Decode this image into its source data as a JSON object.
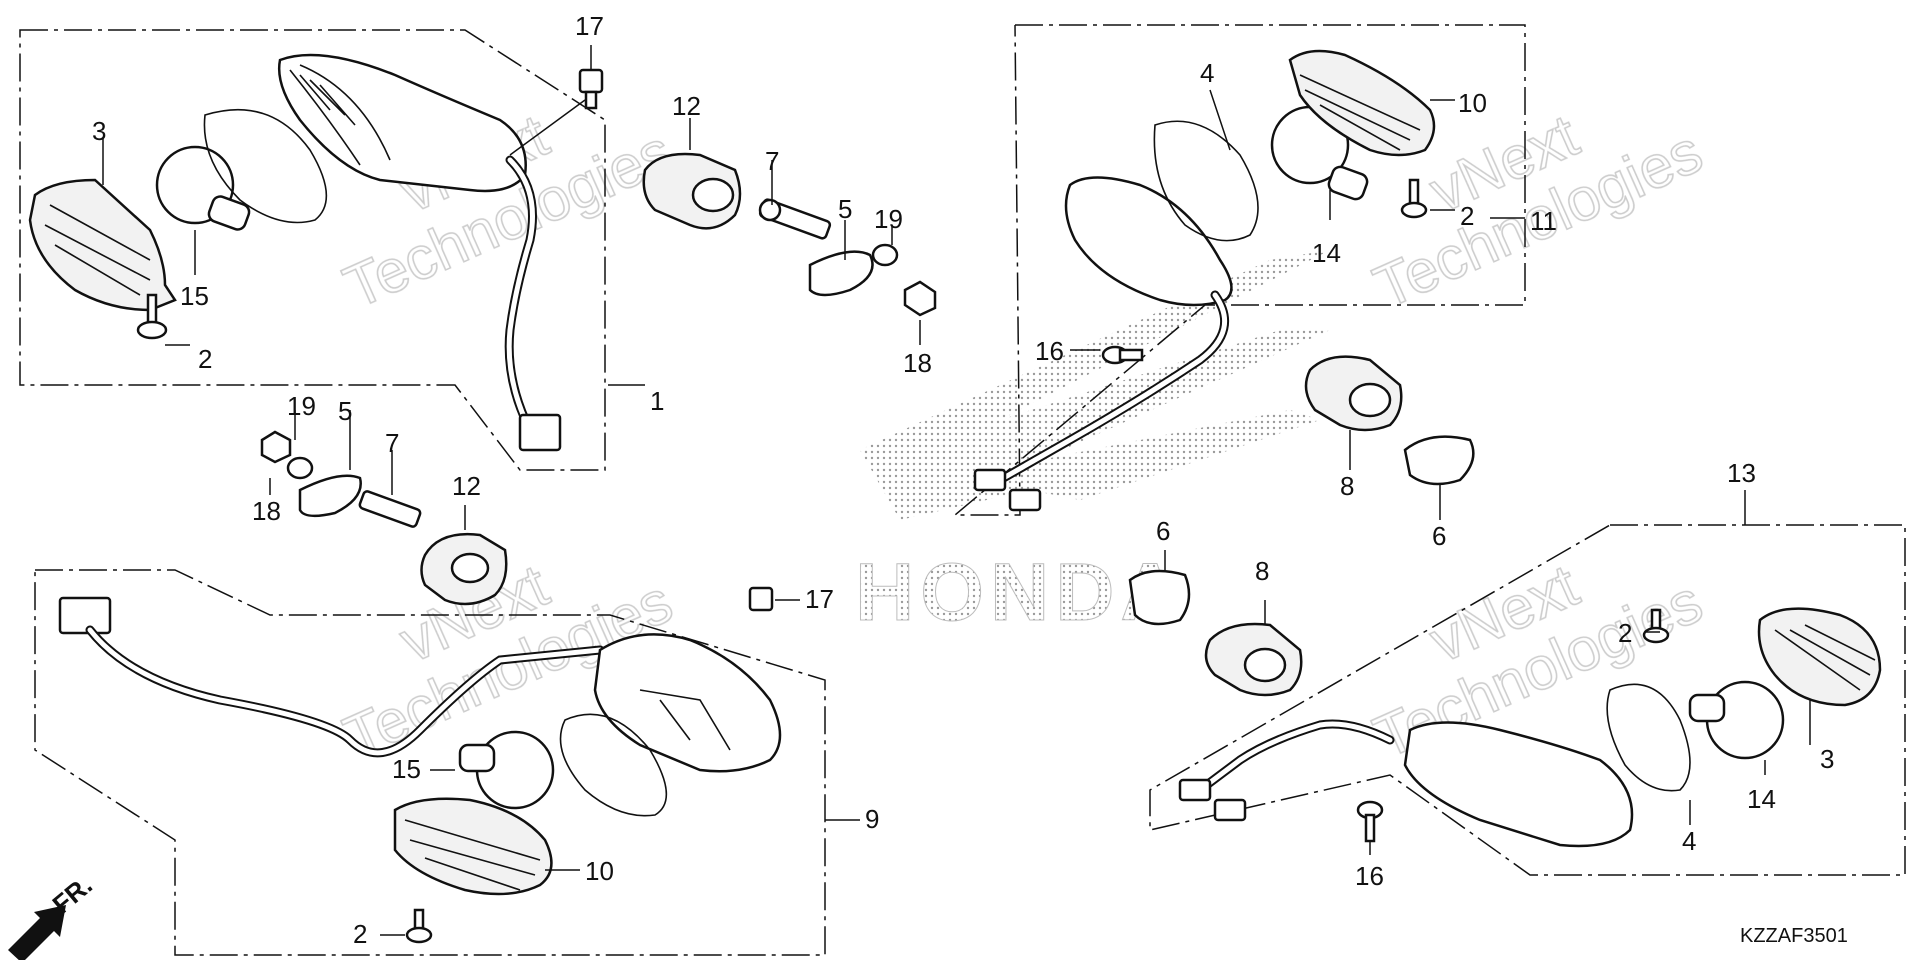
{
  "diagram_code": "KZZAF3501",
  "front_indicator": "FR.",
  "watermark": {
    "line1": "vNext",
    "line2": "Technologies"
  },
  "center_logo": "HONDA",
  "labels": {
    "l_1": "1",
    "l_2a": "2",
    "l_2b": "2",
    "l_2c": "2",
    "l_2d": "2",
    "l_3a": "3",
    "l_3b": "3",
    "l_4a": "4",
    "l_4b": "4",
    "l_5a": "5",
    "l_5b": "5",
    "l_6a": "6",
    "l_6b": "6",
    "l_7a": "7",
    "l_7b": "7",
    "l_8a": "8",
    "l_8b": "8",
    "l_9": "9",
    "l_10a": "10",
    "l_10b": "10",
    "l_11": "11",
    "l_12a": "12",
    "l_12b": "12",
    "l_13": "13",
    "l_14a": "14",
    "l_14b": "14",
    "l_15a": "15",
    "l_15b": "15",
    "l_16a": "16",
    "l_16b": "16",
    "l_17a": "17",
    "l_17b": "17",
    "l_18a": "18",
    "l_18b": "18",
    "l_19a": "19",
    "l_19b": "19"
  }
}
